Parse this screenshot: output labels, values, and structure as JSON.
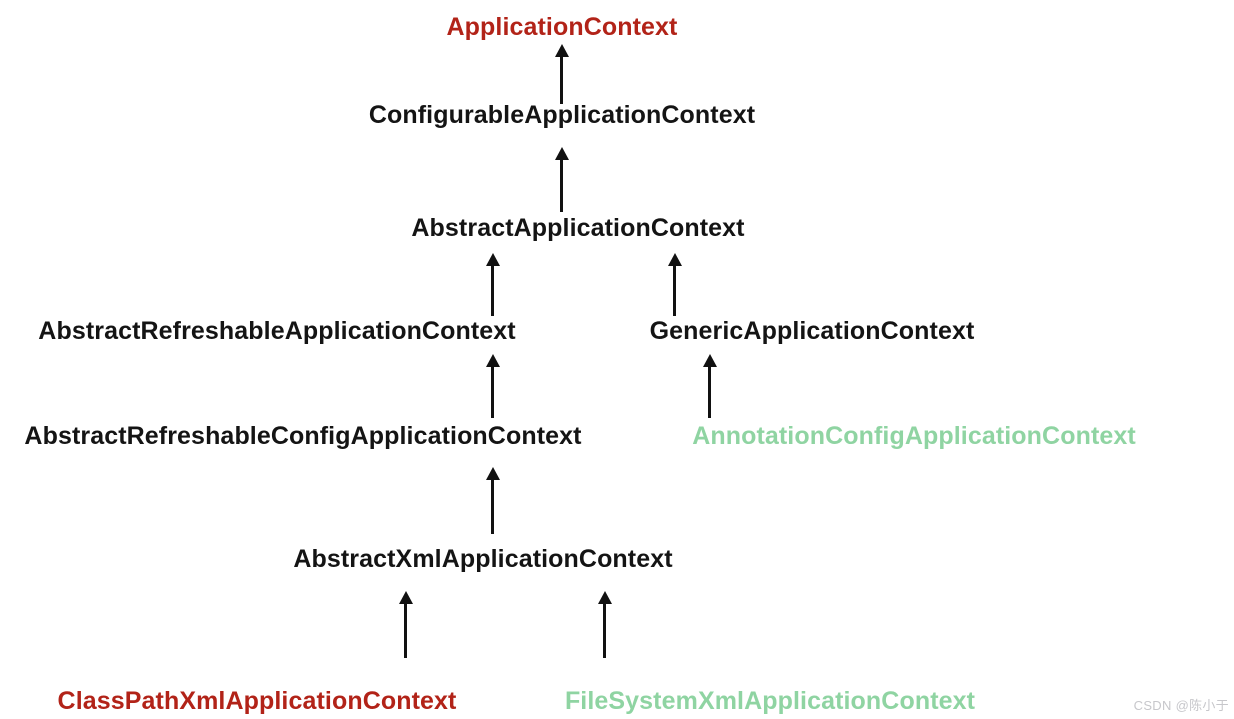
{
  "colors": {
    "interface_red": "#b22318",
    "concrete_green": "#8fd4a2",
    "abstract_black": "#141414",
    "arrow": "#111111",
    "watermark_gray": "#c7c7cb",
    "background": "#ffffff"
  },
  "diagram": {
    "nodes": [
      {
        "id": "application-context",
        "label": "ApplicationContext",
        "color": "#b22318"
      },
      {
        "id": "configurable-application-context",
        "label": "ConfigurableApplicationContext",
        "color": "#141414"
      },
      {
        "id": "abstract-application-context",
        "label": "AbstractApplicationContext",
        "color": "#141414"
      },
      {
        "id": "abstract-refreshable-application-context",
        "label": "AbstractRefreshableApplicationContext",
        "color": "#141414"
      },
      {
        "id": "generic-application-context",
        "label": "GenericApplicationContext",
        "color": "#141414"
      },
      {
        "id": "abstract-refreshable-config-application-context",
        "label": "AbstractRefreshableConfigApplicationContext",
        "color": "#141414"
      },
      {
        "id": "annotation-config-application-context",
        "label": "AnnotationConfigApplicationContext",
        "color": "#8fd4a2"
      },
      {
        "id": "abstract-xml-application-context",
        "label": "AbstractXmlApplicationContext",
        "color": "#141414"
      },
      {
        "id": "class-path-xml-application-context",
        "label": "ClassPathXmlApplicationContext",
        "color": "#b22318"
      },
      {
        "id": "file-system-xml-application-context",
        "label": "FileSystemXmlApplicationContext",
        "color": "#8fd4a2"
      }
    ],
    "edges": [
      {
        "from": "ConfigurableApplicationContext",
        "to": "ApplicationContext"
      },
      {
        "from": "AbstractApplicationContext",
        "to": "ConfigurableApplicationContext"
      },
      {
        "from": "AbstractRefreshableApplicationContext",
        "to": "AbstractApplicationContext"
      },
      {
        "from": "GenericApplicationContext",
        "to": "AbstractApplicationContext"
      },
      {
        "from": "AbstractRefreshableConfigApplicationContext",
        "to": "AbstractRefreshableApplicationContext"
      },
      {
        "from": "AnnotationConfigApplicationContext",
        "to": "GenericApplicationContext"
      },
      {
        "from": "AbstractXmlApplicationContext",
        "to": "AbstractRefreshableConfigApplicationContext"
      },
      {
        "from": "ClassPathXmlApplicationContext",
        "to": "AbstractXmlApplicationContext"
      },
      {
        "from": "FileSystemXmlApplicationContext",
        "to": "AbstractXmlApplicationContext"
      }
    ]
  },
  "watermark": {
    "text": "CSDN @陈小于"
  }
}
